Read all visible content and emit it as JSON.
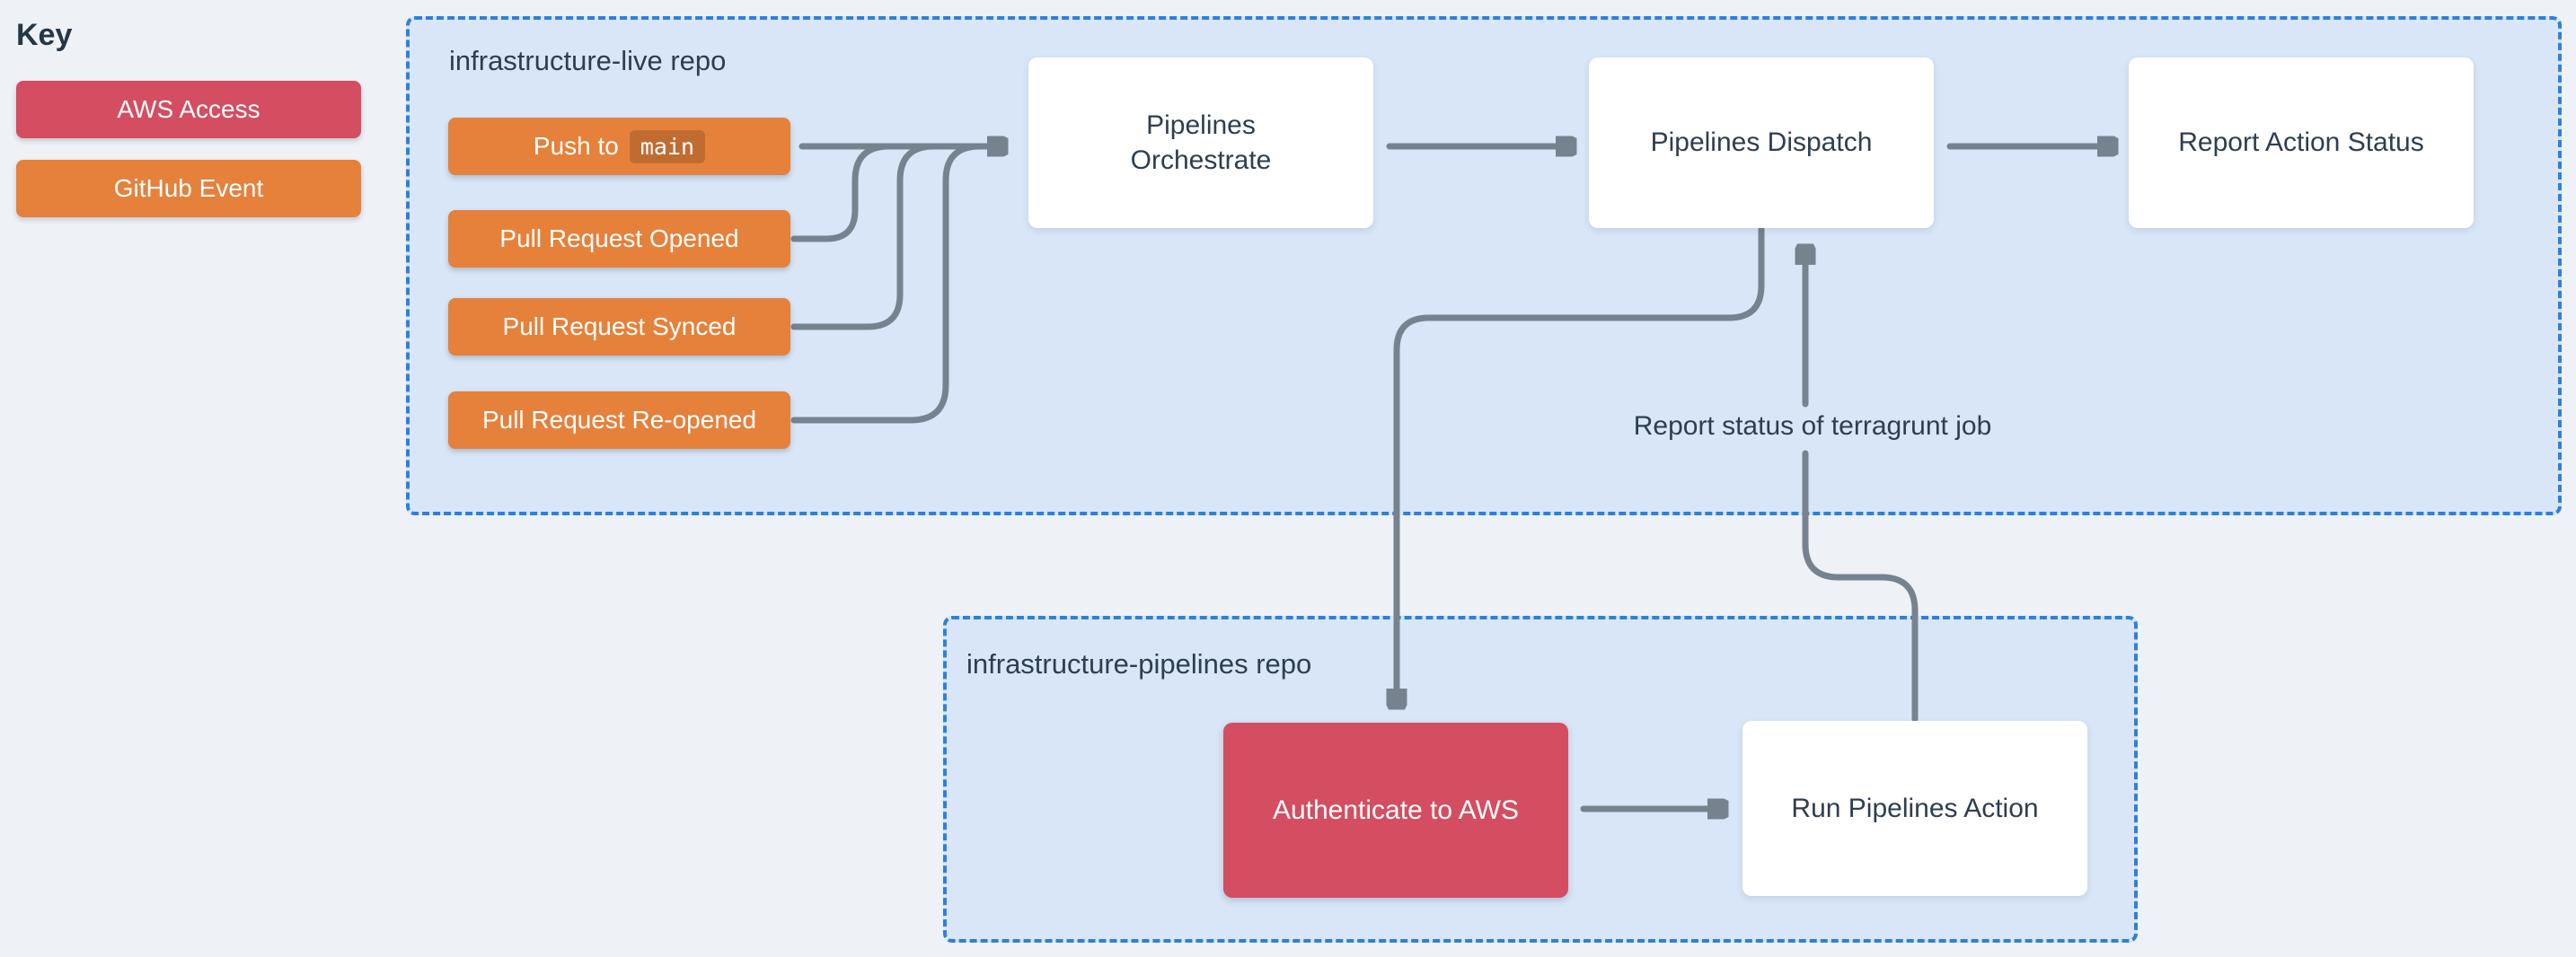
{
  "key": {
    "title": "Key",
    "items": [
      {
        "id": "aws-access",
        "label": "AWS Access",
        "color": "#D44D60"
      },
      {
        "id": "github-event",
        "label": "GitHub Event",
        "color": "#E5813B"
      }
    ]
  },
  "live_repo": {
    "label": "infrastructure-live repo",
    "events": [
      {
        "label": "Push to",
        "code": "main"
      },
      {
        "label": "Pull Request Opened"
      },
      {
        "label": "Pull Request Synced"
      },
      {
        "label": "Pull Request Re-opened"
      }
    ],
    "nodes": [
      {
        "label": "Pipelines Orchestrate"
      },
      {
        "label": "Pipelines Dispatch"
      },
      {
        "label": "Report Action Status"
      }
    ]
  },
  "pipelines_repo": {
    "label": "infrastructure-pipelines repo",
    "nodes": [
      {
        "label": "Authenticate to AWS",
        "type": "aws-access"
      },
      {
        "label": "Run Pipelines Action",
        "type": "action"
      }
    ]
  },
  "annotations": {
    "report_status": "Report status of terragrunt job"
  },
  "colors": {
    "page_bg": "#EEF1F5",
    "repo_fill": "#D8E6F7",
    "repo_border": "#2F80D8",
    "aws_access": "#D44D60",
    "github_event": "#E5813B",
    "arrow": "#76838F",
    "text_dark": "#2E3E50",
    "node_bg": "#FFFFFF"
  }
}
